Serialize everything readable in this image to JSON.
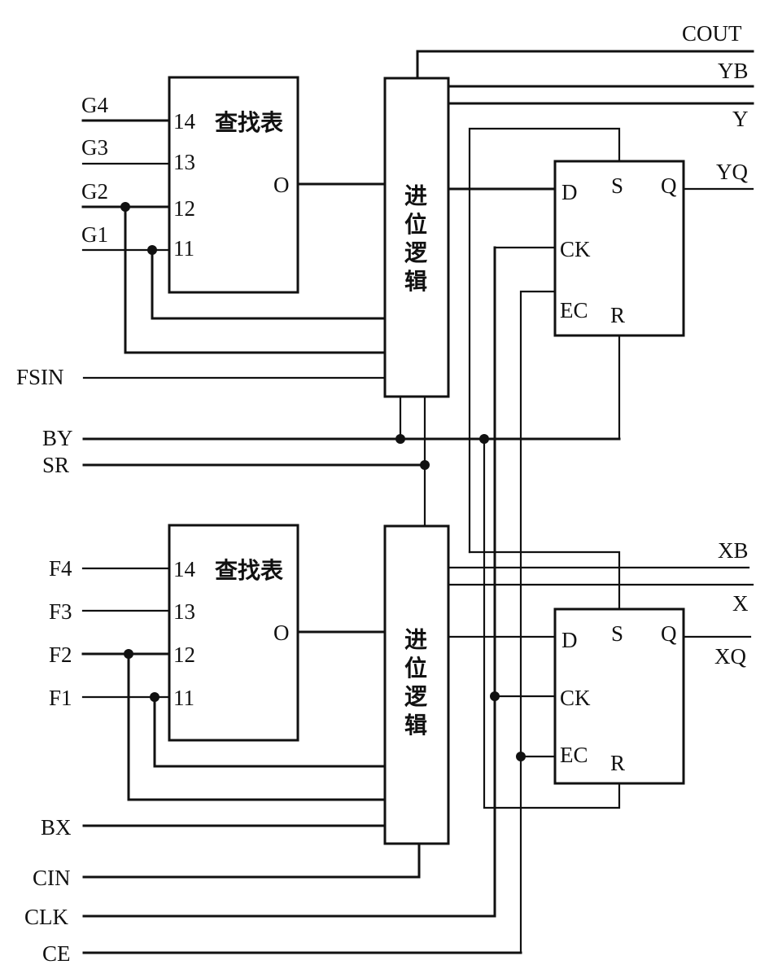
{
  "title": "CLB slice: lookup tables, carry logic and D flip-flops",
  "upper_slice": {
    "lut": {
      "label": "查找表",
      "pins": [
        "14",
        "13",
        "12",
        "11"
      ],
      "output_pin": "O"
    },
    "inputs": [
      "G4",
      "G3",
      "G2",
      "G1"
    ],
    "carry": {
      "label_chars": [
        "进",
        "位",
        "逻",
        "辑"
      ]
    },
    "flipflop": {
      "pins": {
        "d": "D",
        "s": "S",
        "q": "Q",
        "ck": "CK",
        "ec": "EC",
        "r": "R"
      }
    },
    "outputs": {
      "cout": "COUT",
      "yb": "YB",
      "y": "Y",
      "yq": "YQ"
    }
  },
  "shared_inputs": {
    "fsin": "FSIN",
    "by": "BY",
    "sr": "SR"
  },
  "lower_slice": {
    "lut": {
      "label": "查找表",
      "pins": [
        "14",
        "13",
        "12",
        "11"
      ],
      "output_pin": "O"
    },
    "inputs": [
      "F4",
      "F3",
      "F2",
      "F1"
    ],
    "carry": {
      "label_chars": [
        "进",
        "位",
        "逻",
        "辑"
      ]
    },
    "flipflop": {
      "pins": {
        "d": "D",
        "s": "S",
        "q": "Q",
        "ck": "CK",
        "ec": "EC",
        "r": "R"
      }
    },
    "outputs": {
      "xb": "XB",
      "x": "X",
      "xq": "XQ"
    }
  },
  "bottom_inputs": {
    "bx": "BX",
    "cin": "CIN",
    "clk": "CLK",
    "ce": "CE"
  }
}
